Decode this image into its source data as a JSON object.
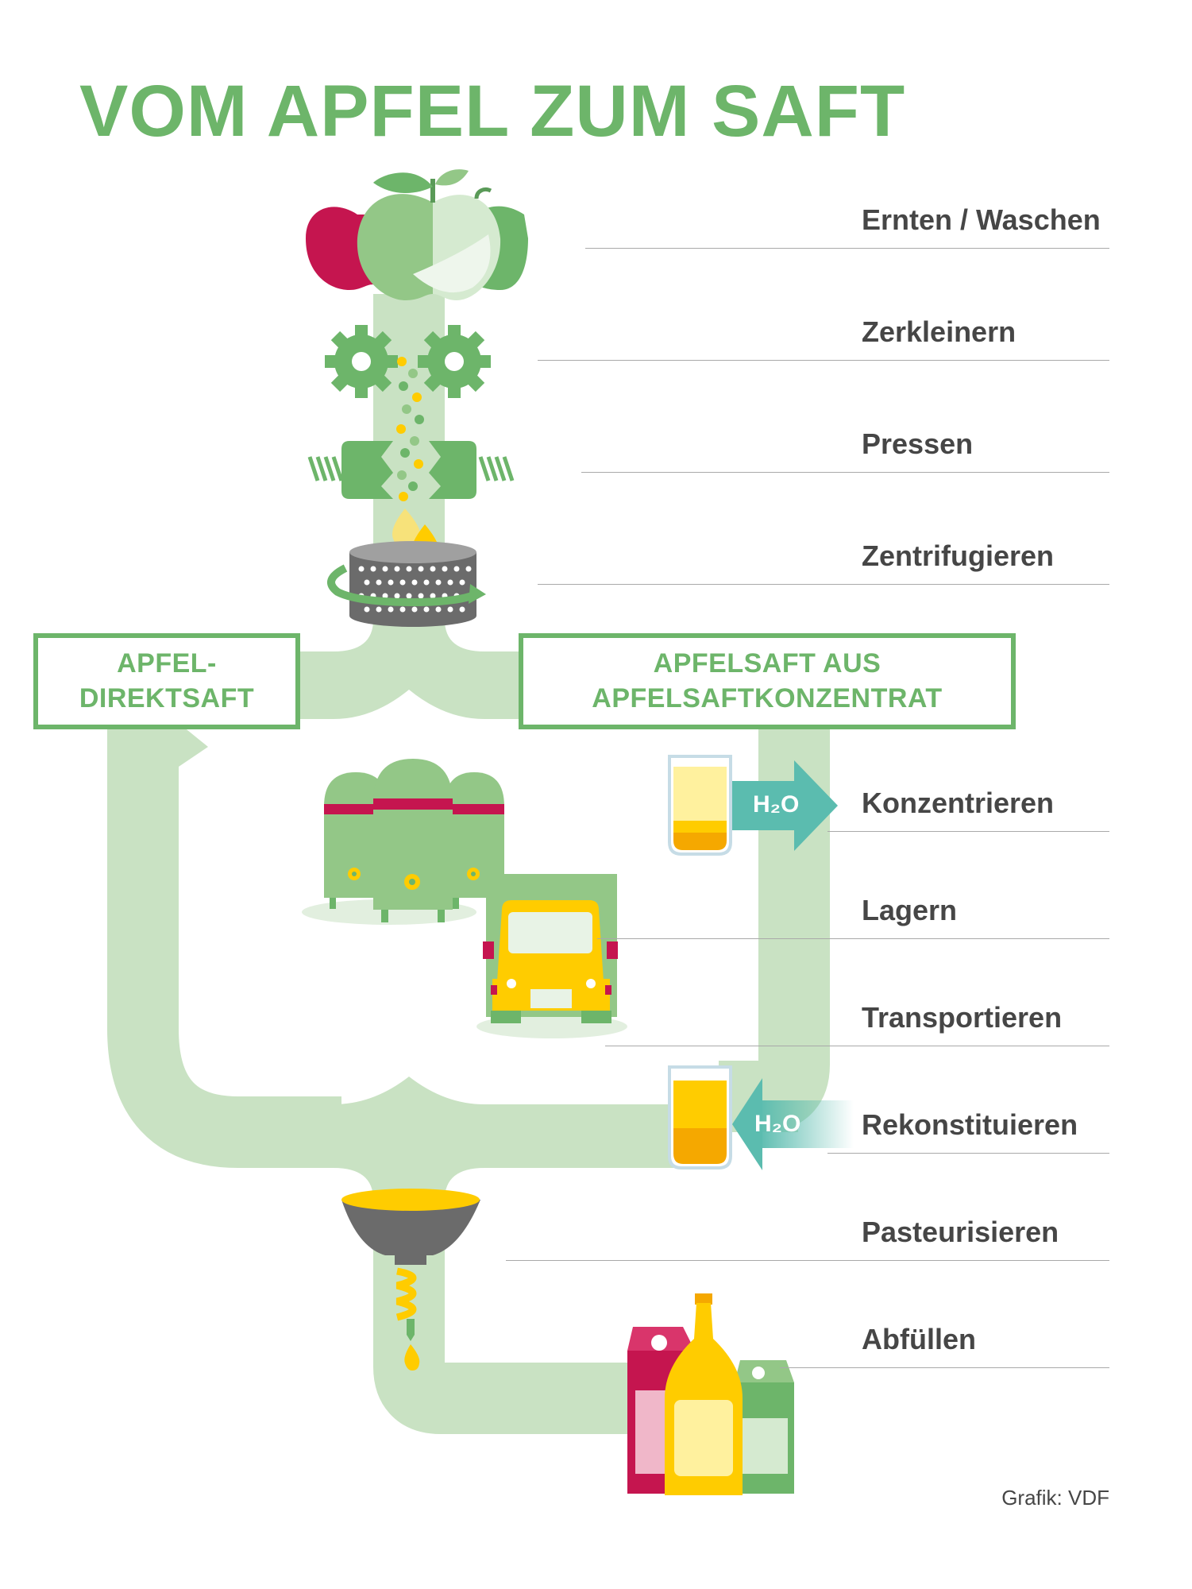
{
  "title": "VOM APFEL ZUM SAFT",
  "steps": [
    {
      "label": "Ernten / Waschen"
    },
    {
      "label": "Zerkleinern"
    },
    {
      "label": "Pressen"
    },
    {
      "label": "Zentrifugieren"
    },
    {
      "label": "Konzentrieren"
    },
    {
      "label": "Lagern"
    },
    {
      "label": "Transportieren"
    },
    {
      "label": "Rekonstituieren"
    },
    {
      "label": "Pasteurisieren"
    },
    {
      "label": "Abfüllen"
    }
  ],
  "branches": {
    "direct": {
      "line1": "APFEL-",
      "line2": "DIREKTSAFT"
    },
    "concentrate": {
      "line1": "APFELSAFT AUS",
      "line2": "APFELSAFTKONZENTRAT"
    }
  },
  "water_label": "H₂O",
  "credit": "Grafik: VDF",
  "colors": {
    "green": "#6db56a",
    "pale_green": "#c9e2c3",
    "mid_green": "#93c787",
    "red": "#c5154f",
    "yellow": "#ffcc00",
    "teal": "#5bbcaf",
    "grey": "#6b6b6b"
  }
}
